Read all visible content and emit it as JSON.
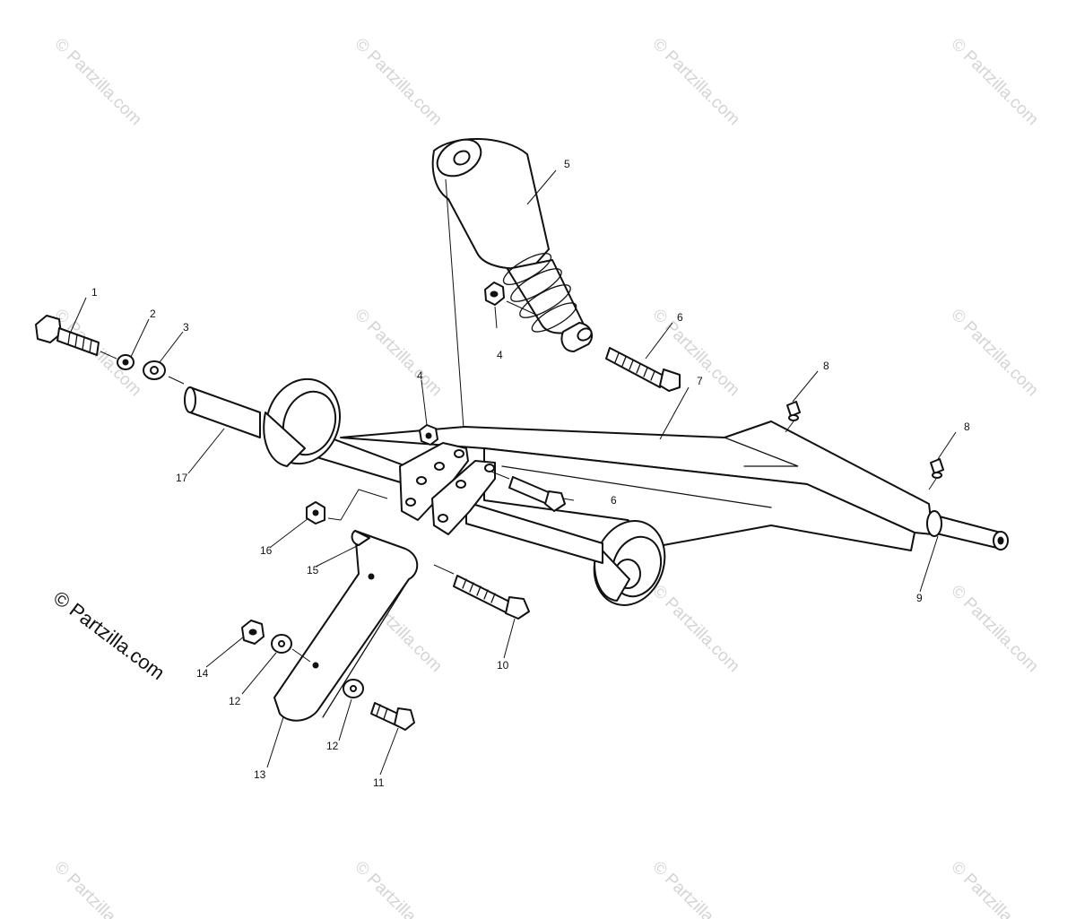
{
  "watermark": {
    "text": "© Partzilla.com"
  },
  "brand": {
    "text": "© Partzilla.com"
  },
  "callouts": [
    "1",
    "2",
    "3",
    "4",
    "4",
    "5",
    "6",
    "6",
    "7",
    "8",
    "8",
    "9",
    "10",
    "11",
    "12",
    "12",
    "13",
    "14",
    "15",
    "16",
    "17"
  ]
}
